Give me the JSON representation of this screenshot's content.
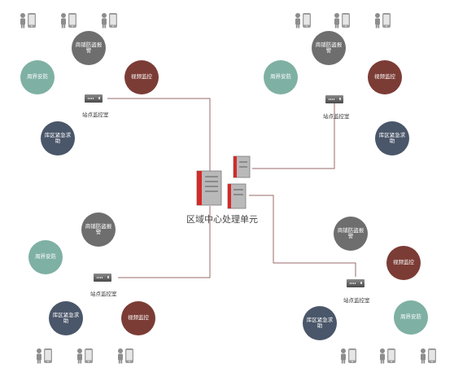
{
  "center": {
    "label": "区域中心处理单元"
  },
  "station_label": "站点监控室",
  "labels": {
    "perimeter": "周界安防",
    "video": "视频监控",
    "anti_theft": "商铺防盗报警",
    "emergency": "库区紧急求助"
  },
  "colors": {
    "perimeter": "#7fb0a4",
    "video": "#7b3c35",
    "anti_theft": "#6e6e6e",
    "emergency": "#4a5669",
    "wire": "#9a6a6a",
    "server_accent": "#d42a2a"
  }
}
